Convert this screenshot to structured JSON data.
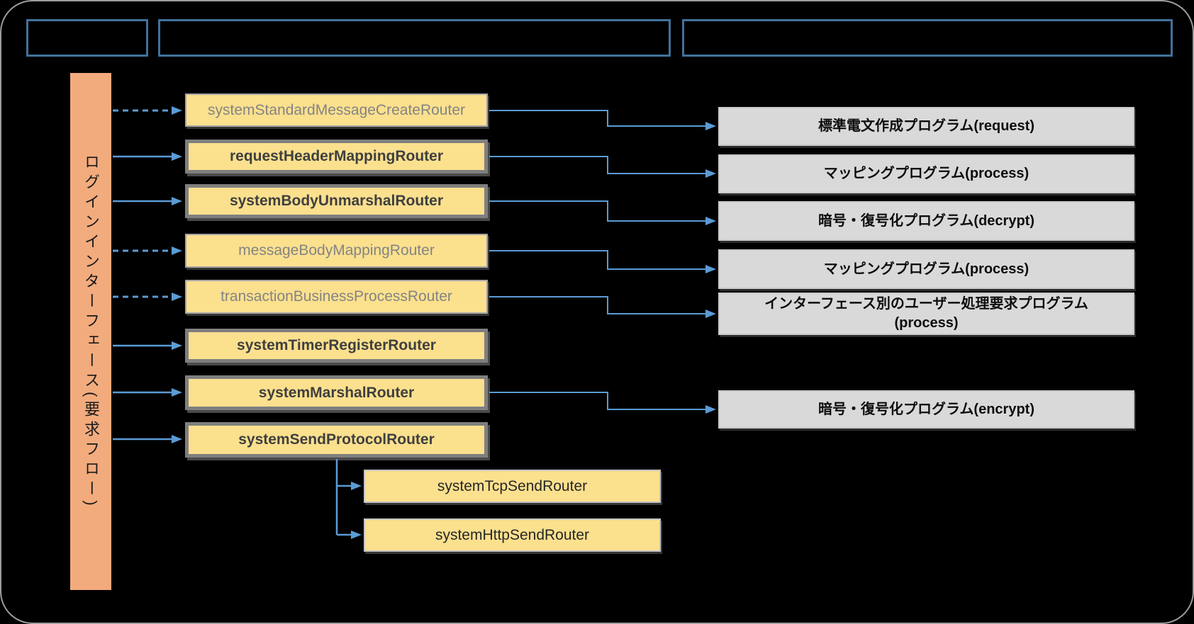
{
  "sidebar": {
    "label": "ログインインターフェース(要求フロー)"
  },
  "routers": [
    {
      "name": "systemStandardMessageCreateRouter",
      "emphasis": "dim",
      "incoming_arrow": "dashed",
      "links_to_program": "標準電文作成プログラム(request)"
    },
    {
      "name": "requestHeaderMappingRouter",
      "emphasis": "bold",
      "incoming_arrow": "solid",
      "links_to_program": "マッピングプログラム(process)"
    },
    {
      "name": "systemBodyUnmarshalRouter",
      "emphasis": "bold",
      "incoming_arrow": "solid",
      "links_to_program": "暗号・復号化プログラム(decrypt)"
    },
    {
      "name": "messageBodyMappingRouter",
      "emphasis": "dim",
      "incoming_arrow": "dashed",
      "links_to_program": "マッピングプログラム(process)"
    },
    {
      "name": "transactionBusinessProcessRouter",
      "emphasis": "dim",
      "incoming_arrow": "dashed",
      "links_to_program": "インターフェース別のユーザー処理要求プログラム(process)"
    },
    {
      "name": "systemTimerRegisterRouter",
      "emphasis": "bold",
      "incoming_arrow": "solid",
      "links_to_program": ""
    },
    {
      "name": "systemMarshalRouter",
      "emphasis": "bold",
      "incoming_arrow": "solid",
      "links_to_program": "暗号・復号化プログラム(encrypt)"
    },
    {
      "name": "systemSendProtocolRouter",
      "emphasis": "bold",
      "incoming_arrow": "solid",
      "links_to_program": ""
    }
  ],
  "sub_routers": [
    {
      "name": "systemTcpSendRouter",
      "parent": "systemSendProtocolRouter"
    },
    {
      "name": "systemHttpSendRouter",
      "parent": "systemSendProtocolRouter"
    }
  ],
  "programs": [
    {
      "label": "標準電文作成プログラム(request)"
    },
    {
      "label": "マッピングプログラム(process)"
    },
    {
      "label": "暗号・復号化プログラム(decrypt)"
    },
    {
      "label": "マッピングプログラム(process)"
    },
    {
      "label": "インターフェース別のユーザー処理要求プログラム\n(process)"
    },
    {
      "label": "暗号・復号化プログラム(encrypt)"
    }
  ],
  "colors": {
    "background": "#000000",
    "frame_border": "#9e9e9e",
    "header_border": "#41719C",
    "lane_fill": "#F2AB7D",
    "router_fill": "#FBE08E",
    "router_border_bold": "#7F7F7F",
    "router_border_dim": "#A6A6A6",
    "program_fill": "#D9D9D9",
    "connector_blue": "#5B9BD5"
  }
}
